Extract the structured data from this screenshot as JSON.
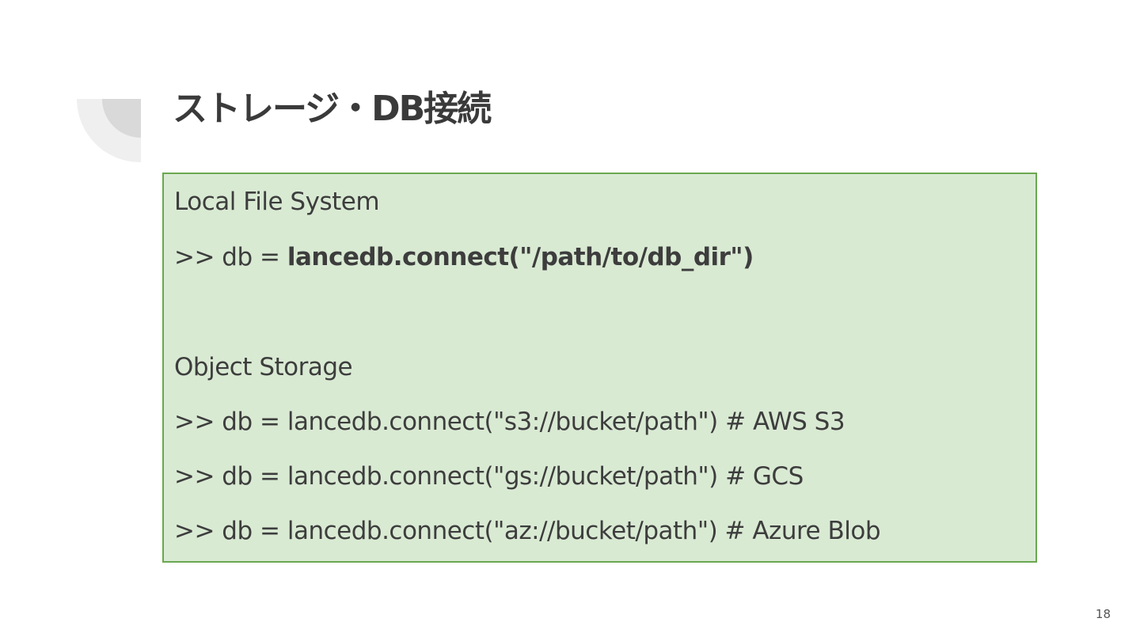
{
  "slide": {
    "title": "ストレージ・DB接続",
    "page_number": "18"
  },
  "content": {
    "local_heading": "Local File System",
    "local_code_prefix": ">> db = ",
    "local_code_call": "lancedb.connect(\"/path/to/db_dir\")",
    "object_heading": "Object Storage",
    "object_lines": [
      ">> db = lancedb.connect(\"s3://bucket/path\")  # AWS S3",
      ">> db = lancedb.connect(\"gs://bucket/path\")  # GCS",
      ">> db = lancedb.connect(\"az://bucket/path\")  # Azure Blob"
    ]
  },
  "colors": {
    "box_background": "#d9ead3",
    "box_border": "#6aa84f",
    "text": "#3d3d3d",
    "decoration_outer": "#efefef",
    "decoration_inner": "#d9d9d9"
  }
}
